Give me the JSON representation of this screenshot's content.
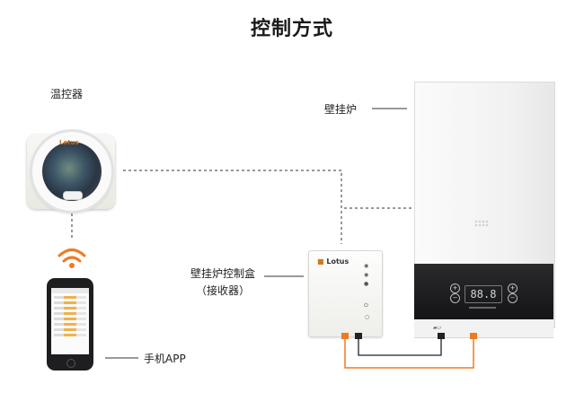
{
  "title": "控制方式",
  "labels": {
    "thermostat": "温控器",
    "boiler": "壁挂炉",
    "control_box_line1": "壁挂炉控制盒",
    "control_box_line2": "（接收器）",
    "phone_app": "手机APP"
  },
  "devices": {
    "thermostat_logo": "Lotus",
    "control_box_logo": "Lotus",
    "boiler_display": "88.8"
  },
  "colors": {
    "accent": "#ef7a22",
    "wire": "#ef7a22",
    "dashed_line": "#333333"
  }
}
